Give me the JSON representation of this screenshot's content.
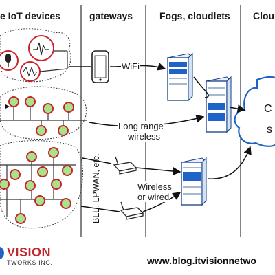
{
  "headers": {
    "devices": "e IoT devices",
    "gateways": "gateways",
    "fogs": "Fogs, cloudlets",
    "cloud": "Clou"
  },
  "labels": {
    "wifi": "WiFi",
    "long_range_1": "Long range",
    "long_range_2": "wireless",
    "ble": "BLE, LPWAN, etc.",
    "wired_1": "Wireless",
    "wired_2": "or wired",
    "cloud_glyph_1": "C",
    "cloud_glyph_2": "s"
  },
  "footer": {
    "brand": "VISION",
    "brand_sub": "TWORKS INC.",
    "url": "www.blog.itvisionnetwo"
  },
  "colors": {
    "server_blue": "#1f63c8",
    "server_dark": "#133f85",
    "cloud_stroke": "#1f63c8",
    "node_fill": "#a8e28a",
    "node_stroke": "#c8232c",
    "brand_red": "#c1272d"
  }
}
